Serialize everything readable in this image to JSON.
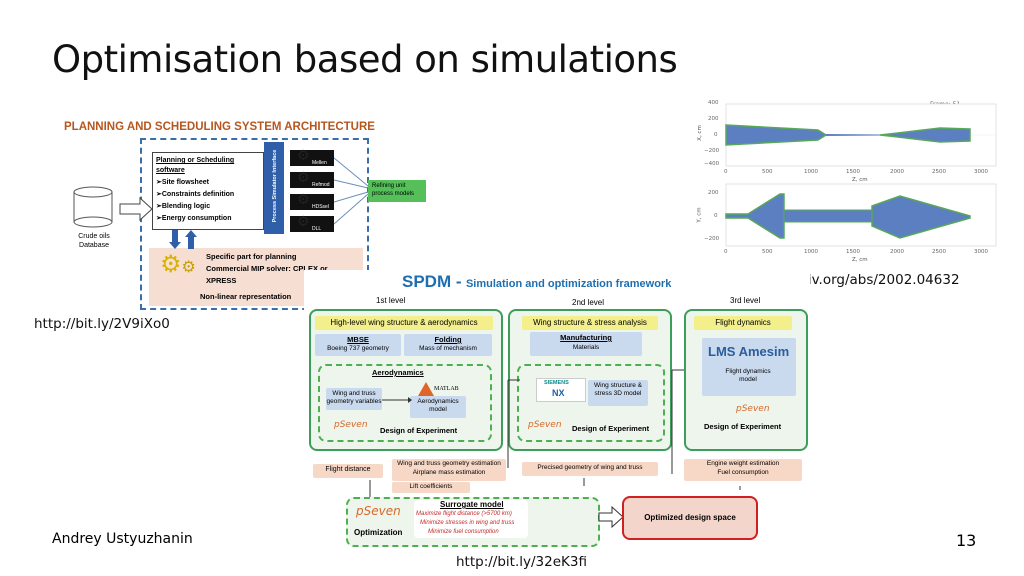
{
  "slide": {
    "title": "Optimisation based on simulations",
    "author": "Andrey Ustyuzhanin",
    "page_number": "13",
    "links": {
      "planning": "http://bit.ly/2V9iXo0",
      "arxiv": "https://arxiv.org/abs/2002.04632",
      "spdm": "http://bit.ly/32eK3fi"
    }
  },
  "planning": {
    "title": "PLANNING AND SCHEDULING SYSTEM ARCHITECTURE",
    "database": "Crude oils\nDatabase",
    "software_header": "Planning or Scheduling software",
    "software_items": [
      "➢Site flowsheet",
      "➢Constraints definition",
      "➢Blending logic",
      "➢Energy consumption"
    ],
    "interface": "Process Simulator Interface",
    "dll_labels": [
      "Mellen",
      "Refmod",
      "HDSsel",
      "DLL"
    ],
    "refining": "Refining unit process models",
    "specific_lines": [
      "Specific part for planning",
      "Commercial MIP solver: CPLEX or",
      "XPRESS"
    ],
    "nonlinear": "Non-linear representation"
  },
  "plot": {
    "frame": "Frame: 51",
    "top_ylabel": "X, cm",
    "bottom_ylabel": "Y, cm",
    "xlabel": "Z, cm",
    "top_yticks": [
      "400",
      "200",
      "0",
      "−200",
      "−400"
    ],
    "bottom_yticks": [
      "200",
      "0",
      "−200"
    ],
    "xticks": [
      "0",
      "500",
      "1000",
      "1500",
      "2000",
      "2500",
      "3000"
    ]
  },
  "spdm": {
    "title_main": "SPDM -",
    "title_sub": "Simulation and optimization framework",
    "levels": [
      "1st level",
      "2nd level",
      "3rd level"
    ],
    "col1": {
      "header": "High-level wing structure & aerodynamics",
      "mbse_title": "MBSE",
      "mbse_sub": "Boeing 737 geometry",
      "folding_title": "Folding",
      "folding_sub": "Mass of mechanism",
      "aero_title": "Aerodynamics",
      "wing_truss": "Wing and truss geometry variables",
      "matlab": "MATLAB",
      "aero_model": "Aerodynamics model",
      "doe": "Design of Experiment"
    },
    "col2": {
      "header": "Wing structure & stress analysis",
      "manu_title": "Manufacturing",
      "manu_sub": "Materials",
      "siemens": "SIEMENS",
      "nx": "NX",
      "wing_model": "Wing structure & stress 3D model",
      "doe": "Design of Experiment"
    },
    "col3": {
      "header": "Flight dynamics",
      "amesim": "LMS Amesim",
      "fd_model": "Flight dynamics model",
      "doe": "Design of Experiment"
    },
    "pseven": "pSeven",
    "outputs": {
      "flight_distance": "Flight distance",
      "geom_est": "Wing and truss geometry estimation",
      "mass_est": "Airplane mass estimation",
      "lift": "Lift coefficients",
      "precised": "Precised geometry of wing and truss",
      "engine": "Engine weight estimation",
      "fuel": "Fuel consumption"
    },
    "surrogate": {
      "title": "Surrogate model",
      "lines": [
        "Maximize flight distance (>5700 km)",
        "Minimize stresses in wing and truss",
        "Minimize fuel consumption"
      ],
      "optimization": "Optimization"
    },
    "optimized": "Optimized design space"
  }
}
